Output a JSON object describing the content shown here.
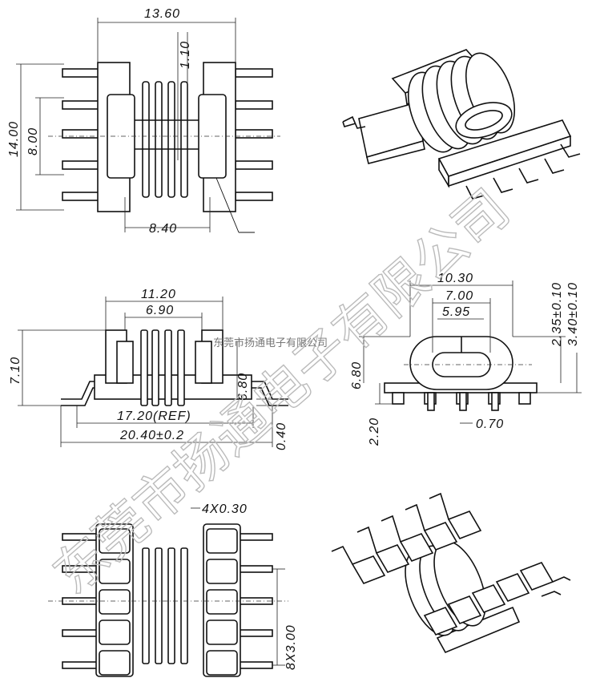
{
  "views": {
    "top": {
      "overall_width": "13.60",
      "overall_height": "14.00",
      "core_height": "8.00",
      "slot": "1.10",
      "inner_width": "8.40"
    },
    "front": {
      "upper_width": "11.20",
      "inner_width": "6.90",
      "height": "7.10",
      "footprint": "6.80",
      "ref_length": "17.20(REF)",
      "total_length": "20.40±0.2",
      "standoff": "0.40"
    },
    "side": {
      "width": "10.30",
      "inner_width": "7.00",
      "slot_width": "5.95",
      "offset_a": "2.35±0.10",
      "offset_b": "3.40±0.10",
      "height": "6.80",
      "base": "2.20",
      "pin": "0.70"
    },
    "bottom": {
      "pin_width": "4X0.30",
      "pitch": "8X3.00"
    }
  },
  "watermark": {
    "large": "东莞市扬通电子有限公司",
    "small": "东莞市扬通电子有限公司"
  }
}
